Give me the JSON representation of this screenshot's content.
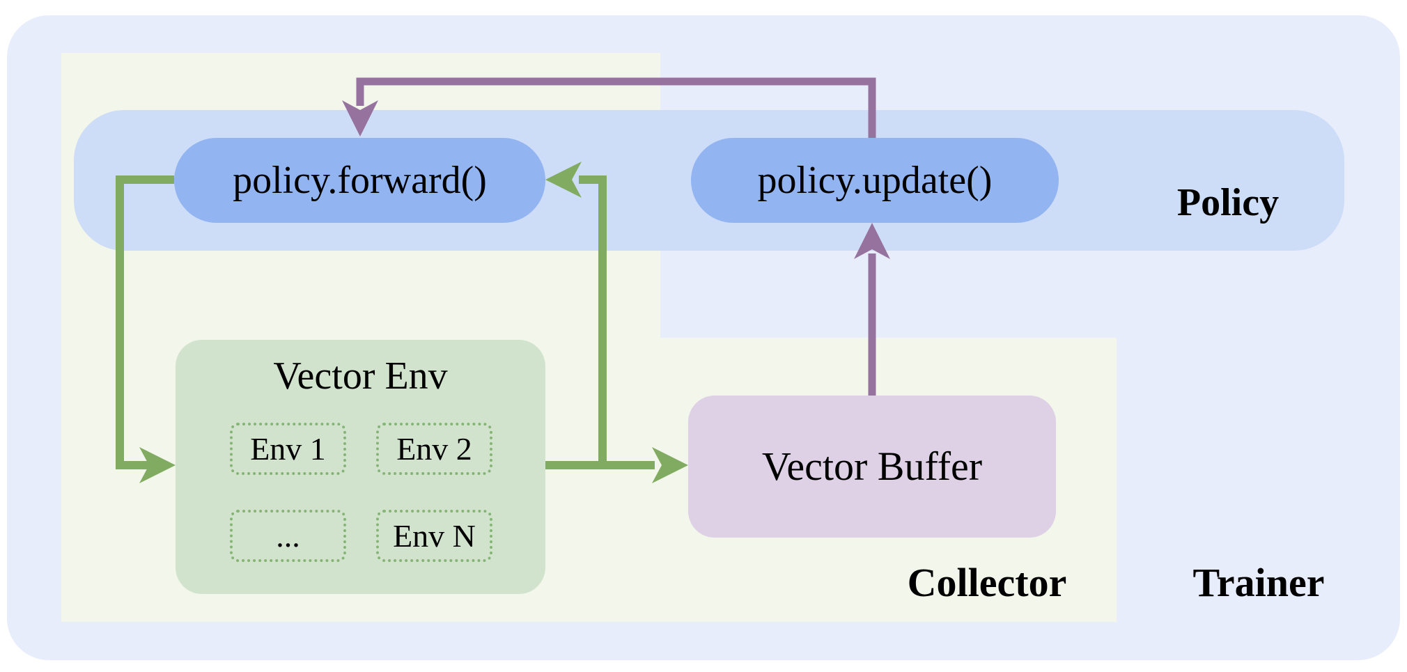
{
  "diagram": {
    "regions": {
      "trainer": "Trainer",
      "collector": "Collector",
      "policy": "Policy"
    },
    "nodes": {
      "policy_forward": "policy.forward()",
      "policy_update": "policy.update()",
      "vector_env_title": "Vector Env",
      "envs": [
        "Env 1",
        "Env 2",
        "...",
        "Env N"
      ],
      "vector_buffer": "Vector Buffer"
    },
    "colors": {
      "background": "#ffffff",
      "trainer_region": "#e8edfc",
      "collector_region": "#f3f6ea",
      "policy_band": "#cddcf7",
      "node_pill": "#92b4f1",
      "vector_env_fill": "#d1e3cd",
      "env_border": "#85b476",
      "vector_buffer_fill": "#ded1e6",
      "green_arrow": "#80ab61",
      "purple_arrow": "#96739f",
      "text": "#000000"
    }
  }
}
